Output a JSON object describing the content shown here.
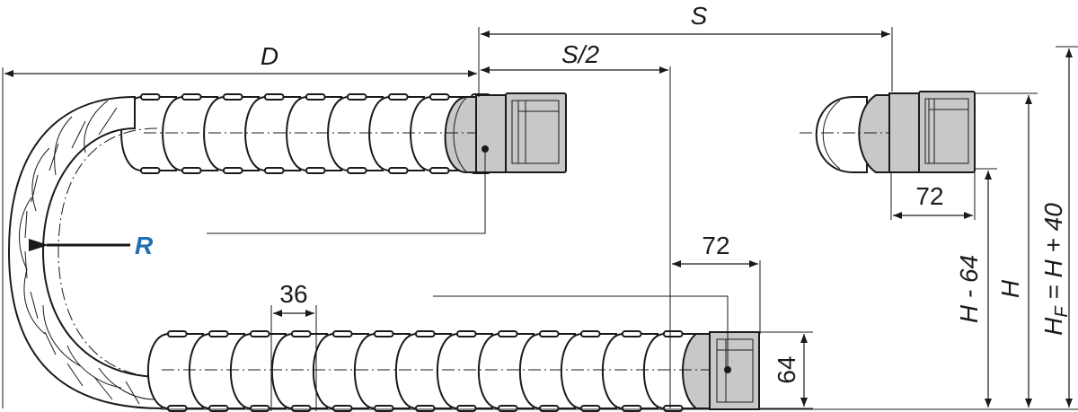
{
  "labels": {
    "S": "S",
    "S_half": "S/2",
    "D": "D",
    "R": "R",
    "pitch": "36",
    "end_length_bottom": "72",
    "end_length_top": "72",
    "end_height": "64",
    "H_minus": "H - 64",
    "H": "H",
    "HF_main": "H",
    "HF_sub": "F",
    "HF_rest": " = H + 40"
  },
  "colors": {
    "line": "#1a1a1a",
    "bracket_grey": "#c8c8c8",
    "radius_label": "#1f6fb2"
  }
}
